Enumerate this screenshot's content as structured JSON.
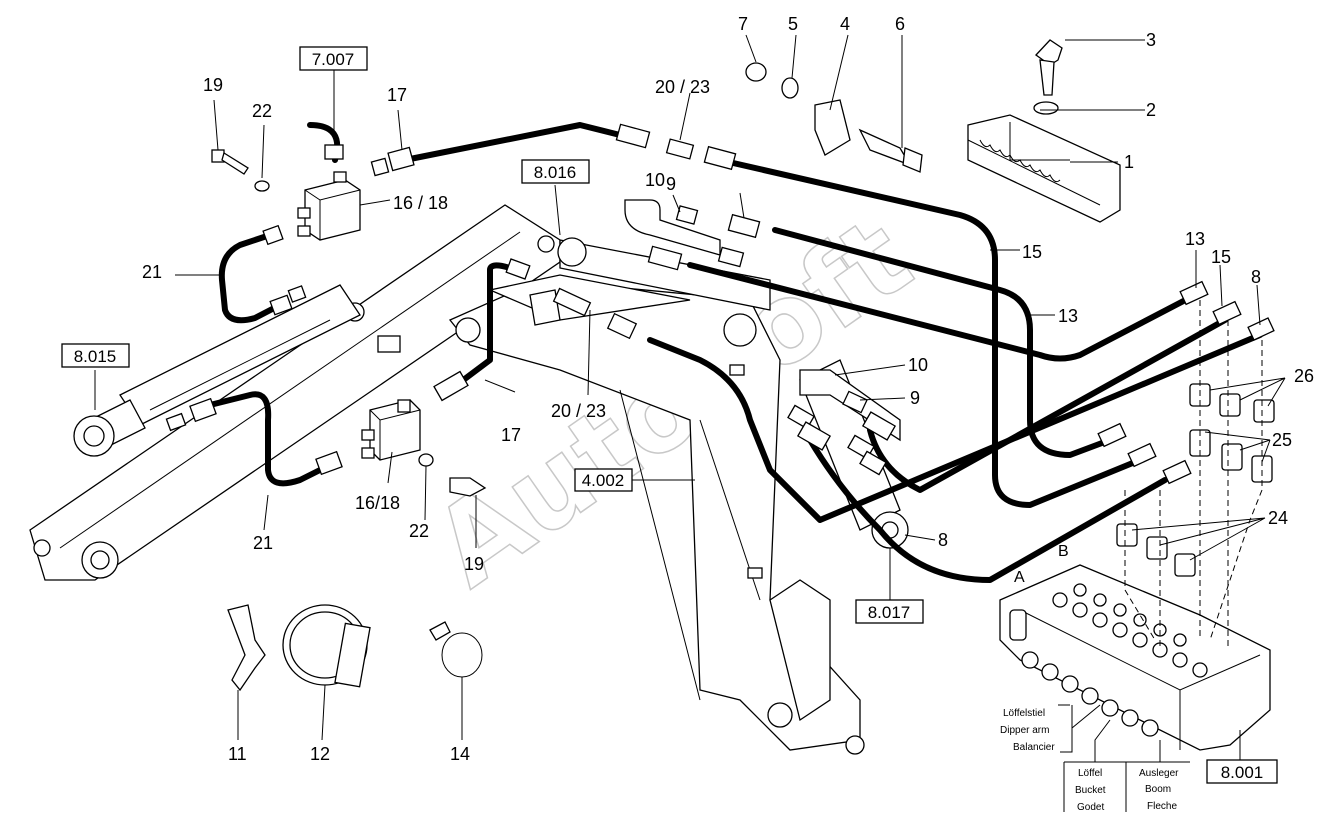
{
  "watermark": "AutoSoft",
  "reference_boxes": {
    "r7007": "7.007",
    "r8016": "8.016",
    "r8015": "8.015",
    "r4002": "4.002",
    "r8017": "8.017",
    "r8001": "8.001"
  },
  "callouts": {
    "c1": "1",
    "c2": "2",
    "c3": "3",
    "c4": "4",
    "c5": "5",
    "c6": "6",
    "c7": "7",
    "c8a": "8",
    "c8b": "8",
    "c9a": "9",
    "c9b": "9",
    "c10a": "10",
    "c10b": "10",
    "c11": "11",
    "c12": "12",
    "c13a": "13",
    "c13b": "13",
    "c14": "14",
    "c15a": "15",
    "c15b": "15",
    "c16_18a": "16 / 18",
    "c16_18b": "16/18",
    "c17a": "17",
    "c17b": "17",
    "c19a": "19",
    "c19b": "19",
    "c20_23a": "20 / 23",
    "c20_23b": "20 / 23",
    "c21a": "21",
    "c21b": "21",
    "c22a": "22",
    "c22b": "22",
    "c24": "24",
    "c25": "25",
    "c26": "26"
  },
  "valve_ports": {
    "a": "A",
    "b": "B"
  },
  "legend": {
    "dipper": [
      "Löffelstiel",
      "Dipper arm",
      "Balancier"
    ],
    "bucket": [
      "Löffel",
      "Bucket",
      "Godet"
    ],
    "boom": [
      "Ausleger",
      "Boom",
      "Fleche"
    ]
  }
}
